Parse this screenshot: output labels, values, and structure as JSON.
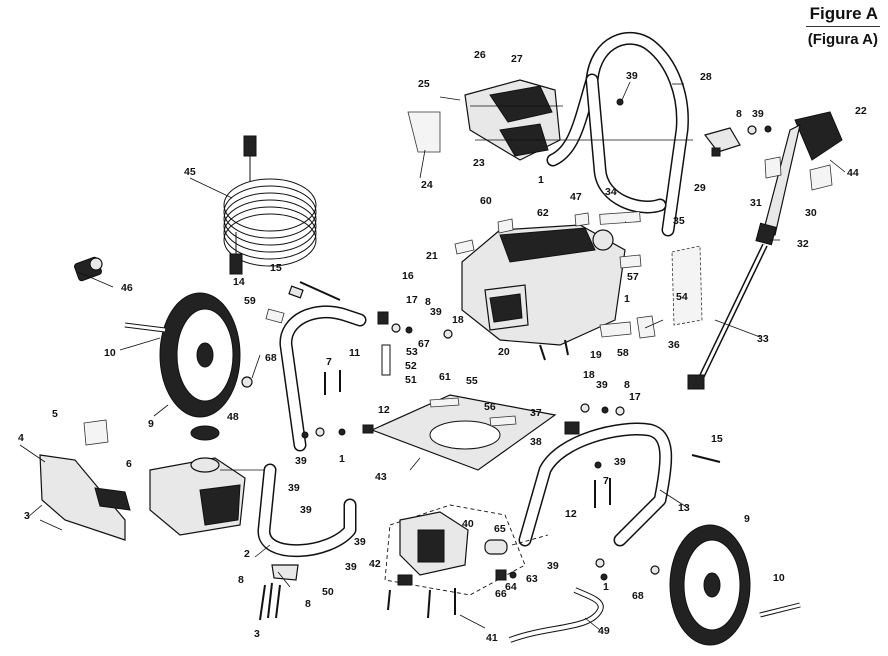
{
  "figure": {
    "title": "Figure A",
    "subtitle": "(Figura A)"
  },
  "callouts": [
    {
      "id": "c1a",
      "text": "1"
    },
    {
      "id": "c1b",
      "text": "1"
    },
    {
      "id": "c1c",
      "text": "1"
    },
    {
      "id": "c1d",
      "text": "1"
    },
    {
      "id": "c2",
      "text": "2"
    },
    {
      "id": "c3a",
      "text": "3"
    },
    {
      "id": "c3b",
      "text": "3"
    },
    {
      "id": "c4",
      "text": "4"
    },
    {
      "id": "c5",
      "text": "5"
    },
    {
      "id": "c6",
      "text": "6"
    },
    {
      "id": "c7a",
      "text": "7"
    },
    {
      "id": "c7b",
      "text": "7"
    },
    {
      "id": "c8a",
      "text": "8"
    },
    {
      "id": "c8b",
      "text": "8"
    },
    {
      "id": "c8c",
      "text": "8"
    },
    {
      "id": "c8d",
      "text": "8"
    },
    {
      "id": "c8e",
      "text": "8"
    },
    {
      "id": "c9a",
      "text": "9"
    },
    {
      "id": "c9b",
      "text": "9"
    },
    {
      "id": "c10a",
      "text": "10"
    },
    {
      "id": "c10b",
      "text": "10"
    },
    {
      "id": "c11",
      "text": "11"
    },
    {
      "id": "c12a",
      "text": "12"
    },
    {
      "id": "c12b",
      "text": "12"
    },
    {
      "id": "c13",
      "text": "13"
    },
    {
      "id": "c14",
      "text": "14"
    },
    {
      "id": "c15a",
      "text": "15"
    },
    {
      "id": "c15b",
      "text": "15"
    },
    {
      "id": "c16",
      "text": "16"
    },
    {
      "id": "c17a",
      "text": "17"
    },
    {
      "id": "c17b",
      "text": "17"
    },
    {
      "id": "c18a",
      "text": "18"
    },
    {
      "id": "c18b",
      "text": "18"
    },
    {
      "id": "c19",
      "text": "19"
    },
    {
      "id": "c20",
      "text": "20"
    },
    {
      "id": "c21",
      "text": "21"
    },
    {
      "id": "c22",
      "text": "22"
    },
    {
      "id": "c23",
      "text": "23"
    },
    {
      "id": "c24",
      "text": "24"
    },
    {
      "id": "c25",
      "text": "25"
    },
    {
      "id": "c26",
      "text": "26"
    },
    {
      "id": "c27",
      "text": "27"
    },
    {
      "id": "c28",
      "text": "28"
    },
    {
      "id": "c29",
      "text": "29"
    },
    {
      "id": "c30",
      "text": "30"
    },
    {
      "id": "c31",
      "text": "31"
    },
    {
      "id": "c32",
      "text": "32"
    },
    {
      "id": "c33",
      "text": "33"
    },
    {
      "id": "c34",
      "text": "34"
    },
    {
      "id": "c35",
      "text": "35"
    },
    {
      "id": "c36",
      "text": "36"
    },
    {
      "id": "c37",
      "text": "37"
    },
    {
      "id": "c38",
      "text": "38"
    },
    {
      "id": "c39a",
      "text": "39"
    },
    {
      "id": "c39b",
      "text": "39"
    },
    {
      "id": "c39c",
      "text": "39"
    },
    {
      "id": "c39d",
      "text": "39"
    },
    {
      "id": "c39e",
      "text": "39"
    },
    {
      "id": "c39f",
      "text": "39"
    },
    {
      "id": "c39g",
      "text": "39"
    },
    {
      "id": "c39h",
      "text": "39"
    },
    {
      "id": "c39i",
      "text": "39"
    },
    {
      "id": "c39j",
      "text": "39"
    },
    {
      "id": "c39k",
      "text": "39"
    },
    {
      "id": "c40",
      "text": "40"
    },
    {
      "id": "c41",
      "text": "41"
    },
    {
      "id": "c42",
      "text": "42"
    },
    {
      "id": "c43",
      "text": "43"
    },
    {
      "id": "c44",
      "text": "44"
    },
    {
      "id": "c45",
      "text": "45"
    },
    {
      "id": "c46",
      "text": "46"
    },
    {
      "id": "c47",
      "text": "47"
    },
    {
      "id": "c48",
      "text": "48"
    },
    {
      "id": "c49",
      "text": "49"
    },
    {
      "id": "c50",
      "text": "50"
    },
    {
      "id": "c51",
      "text": "51"
    },
    {
      "id": "c52",
      "text": "52"
    },
    {
      "id": "c53",
      "text": "53"
    },
    {
      "id": "c54",
      "text": "54"
    },
    {
      "id": "c55",
      "text": "55"
    },
    {
      "id": "c56",
      "text": "56"
    },
    {
      "id": "c57",
      "text": "57"
    },
    {
      "id": "c58",
      "text": "58"
    },
    {
      "id": "c59",
      "text": "59"
    },
    {
      "id": "c60",
      "text": "60"
    },
    {
      "id": "c61",
      "text": "61"
    },
    {
      "id": "c62",
      "text": "62"
    },
    {
      "id": "c63",
      "text": "63"
    },
    {
      "id": "c64",
      "text": "64"
    },
    {
      "id": "c65",
      "text": "65"
    },
    {
      "id": "c66",
      "text": "66"
    },
    {
      "id": "c67",
      "text": "67"
    },
    {
      "id": "c68a",
      "text": "68"
    },
    {
      "id": "c68b",
      "text": "68"
    }
  ],
  "colors": {
    "ink": "#111111",
    "part_fill": "#e8e8e8",
    "dark_fill": "#222222",
    "background": "#ffffff"
  }
}
